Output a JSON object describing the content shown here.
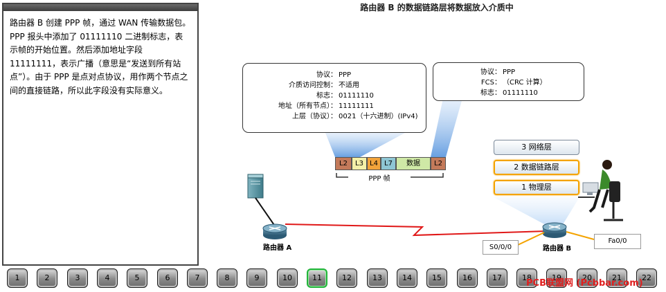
{
  "narration": "路由器 B 创建 PPP 帧，通过 WAN 传输数据包。PPP 报头中添加了 01111110 二进制标志，表示帧的开始位置。然后添加地址字段 11111111，表示广播（意思是“发送到所有站点”）。由于 PPP 是点对点协议，用作两个节点之间的直接链路，所以此字段没有实际意义。",
  "scene_title": "路由器 B 的数据链路层将数据放入介质中",
  "header_callout": {
    "rows": [
      {
        "key": "协议：",
        "value": "PPP"
      },
      {
        "key": "介质访问控制：",
        "value": "不适用"
      },
      {
        "key": "标志：",
        "value": "01111110"
      },
      {
        "key": "地址（所有节点）：",
        "value": "11111111"
      },
      {
        "key": "上层（协议）：",
        "value": "0021（十六进制）(IPv4)"
      }
    ]
  },
  "trailer_callout": {
    "rows": [
      {
        "key": "协议：",
        "value": "PPP"
      },
      {
        "key": "FCS：",
        "value": "（CRC 计算）"
      },
      {
        "key": "标志：",
        "value": "01111110"
      }
    ]
  },
  "frame": {
    "cells": [
      "L2",
      "L3",
      "L4",
      "L7",
      "数据",
      "L2"
    ],
    "label": "PPP 帧"
  },
  "layers": [
    "3 网络层",
    "2 数据链路层",
    "1 物理层"
  ],
  "devices": {
    "router_a": "路由器 A",
    "router_b": "路由器 B",
    "port_serial": "S0/0/0",
    "port_fast": "Fa0/0"
  },
  "nav": [
    "1",
    "2",
    "3",
    "4",
    "5",
    "6",
    "7",
    "8",
    "9",
    "10",
    "11",
    "12",
    "13",
    "14",
    "15",
    "16",
    "17",
    "18",
    "19",
    "20",
    "21",
    "22"
  ],
  "nav_active": "11",
  "watermark": "PCB联盟网 (Pcbbar.com)",
  "colors": {
    "l2": "#c47a5a",
    "l3": "#f4f0a8",
    "l4": "#f2a33a",
    "l7": "#8ec6d4",
    "data": "#cfe9a6",
    "wan_link": "#e01818",
    "highlight": "#f4a300",
    "active_nav": "#22b33a"
  },
  "icons": [
    "server-icon",
    "router-icon",
    "person-at-desk-icon"
  ]
}
